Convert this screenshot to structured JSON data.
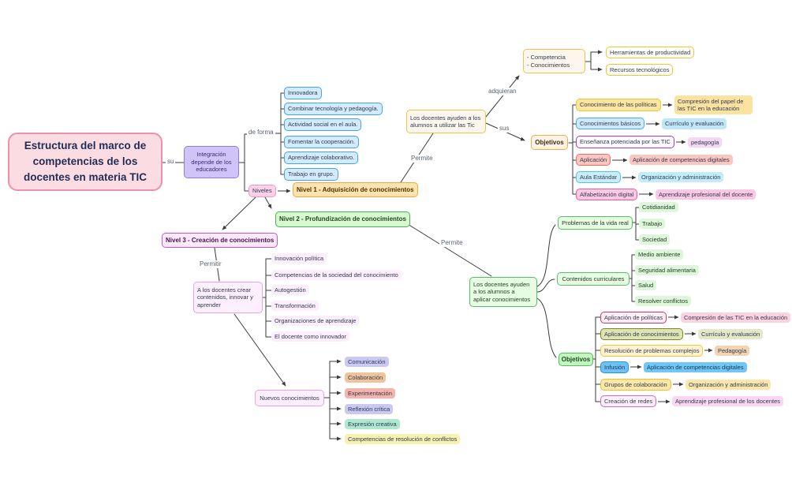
{
  "page_title": "Estructura del marco de competencias de los docentes en materia TIC",
  "nodes": [
    {
      "id": "root",
      "text": "Estructura del marco de competencias de los docentes en materia TIC",
      "style": "title"
    },
    {
      "id": "integracion",
      "text": "Integración depende de los educadores",
      "style": "purple"
    },
    {
      "id": "niveles",
      "text": "Niveles",
      "style": "pinksmall"
    },
    {
      "id": "forma1",
      "text": "Innovadora",
      "style": "blue"
    },
    {
      "id": "forma2",
      "text": "Combinar tecnología y pedagogía.",
      "style": "blue"
    },
    {
      "id": "forma3",
      "text": "Actividad social en el aula.",
      "style": "blue"
    },
    {
      "id": "forma4",
      "text": "Fomentar la cooperación.",
      "style": "blue"
    },
    {
      "id": "forma5",
      "text": "Aprendizaje colaborativo.",
      "style": "blue"
    },
    {
      "id": "forma6",
      "text": "Trabajo en grupo.",
      "style": "blue"
    },
    {
      "id": "nivel1",
      "text": "Nivel 1 - Adquisición de conocimientos",
      "style": "nivel1"
    },
    {
      "id": "nivel2",
      "text": "Nivel 2 - Profundización de conocimientos",
      "style": "nivel2"
    },
    {
      "id": "nivel3",
      "text": "Nivel 3 - Creación de conocimientos",
      "style": "nivel3"
    },
    {
      "id": "docentes_utilizar",
      "text": "Los docentes ayuden a los\nalumnos a utilizar las Tic",
      "style": "cream"
    },
    {
      "id": "competencia",
      "text": "- Competencia\n- Conocimientos",
      "style": "cream"
    },
    {
      "id": "herramientas",
      "text": "Herramientas de productividad",
      "style": "yellowoutline"
    },
    {
      "id": "recursos",
      "text": "Recursos tecnológicos",
      "style": "yellowoutline"
    },
    {
      "id": "objetivos_top",
      "text": "Objetivos",
      "style": "creambold"
    },
    {
      "id": "ot1",
      "text": "Conocimiento de las políticas",
      "style": "yellowchild"
    },
    {
      "id": "ot1leaf",
      "text": "Compresión del papel de\nlas TIC en la educación",
      "style": "p_yellow"
    },
    {
      "id": "ot2",
      "text": "Conocimientos básicos",
      "style": "bluechild"
    },
    {
      "id": "ot2leaf",
      "text": "Currículo y evaluación",
      "style": "p_blue"
    },
    {
      "id": "ot3",
      "text": "Enseñanza potenciada por las TIC",
      "style": "purplechild"
    },
    {
      "id": "ot3leaf",
      "text": "pedagogía",
      "style": "p_lilac"
    },
    {
      "id": "ot4",
      "text": "Aplicación",
      "style": "salmonchild"
    },
    {
      "id": "ot4leaf",
      "text": "Aplicación de competencias digitales",
      "style": "p_salmon"
    },
    {
      "id": "ot5",
      "text": "Aula Estándar",
      "style": "cyanchild"
    },
    {
      "id": "ot5leaf",
      "text": "Organización y administración",
      "style": "p_cyan"
    },
    {
      "id": "ot6",
      "text": "Alfabetización digital",
      "style": "pinkchild"
    },
    {
      "id": "ot6leaf",
      "text": "Aprendizaje profesional del docente",
      "style": "p_pink"
    },
    {
      "id": "crear",
      "text": "A los docentes crear\ncontenidos, innovar y\naprender",
      "style": "pinkbox"
    },
    {
      "id": "n3l1",
      "text": "Innovación política",
      "style": "p_lightpink"
    },
    {
      "id": "n3l2",
      "text": "Competencias de la sociedad del conocimiento",
      "style": "p_lightpink"
    },
    {
      "id": "n3l3",
      "text": "Autogestión",
      "style": "p_lightpink"
    },
    {
      "id": "n3l4",
      "text": "Transformación",
      "style": "p_lightpink"
    },
    {
      "id": "n3l5",
      "text": "Organizaciones de aprendizaje",
      "style": "p_lightpink"
    },
    {
      "id": "n3l6",
      "text": "El docente como innovador",
      "style": "p_lightpink"
    },
    {
      "id": "nuevos",
      "text": "Nuevos conocimientos",
      "style": "pinkbox"
    },
    {
      "id": "nc1",
      "text": "Comunicación",
      "style": "p_lav"
    },
    {
      "id": "nc2",
      "text": "Colaboración",
      "style": "p_tan"
    },
    {
      "id": "nc3",
      "text": "Experimentación",
      "style": "p_sal2"
    },
    {
      "id": "nc4",
      "text": "Reflexión crítica",
      "style": "p_lav"
    },
    {
      "id": "nc5",
      "text": "Expresión creativa",
      "style": "p_teal"
    },
    {
      "id": "nc6",
      "text": "Competencias de resolución de conflictos",
      "style": "p_paleyellow"
    },
    {
      "id": "aplicar",
      "text": "Los docentes ayuden\na los alumnos a\naplicar conocimientos",
      "style": "green"
    },
    {
      "id": "problemas",
      "text": "Problemas de la vida real",
      "style": "green"
    },
    {
      "id": "pv1",
      "text": "Cotidianidad",
      "style": "p_green"
    },
    {
      "id": "pv2",
      "text": "Trabajo",
      "style": "p_green"
    },
    {
      "id": "pv3",
      "text": "Sociedad",
      "style": "p_green"
    },
    {
      "id": "contenidos",
      "text": "Contenidos curriculares",
      "style": "green"
    },
    {
      "id": "cc1",
      "text": "Medio ambiente",
      "style": "p_green"
    },
    {
      "id": "cc2",
      "text": "Seguridad alimentaria",
      "style": "p_green"
    },
    {
      "id": "cc3",
      "text": "Salud",
      "style": "p_green"
    },
    {
      "id": "cc4",
      "text": "Resolver conflictos",
      "style": "p_green"
    },
    {
      "id": "objetivos_bottom",
      "text": "Objetivos",
      "style": "greenbold"
    },
    {
      "id": "ob1",
      "text": "Aplicación de políticas",
      "style": "crimsonchild"
    },
    {
      "id": "ob1leaf",
      "text": "Compresión de las TIC en la educación",
      "style": "p_rose"
    },
    {
      "id": "ob2",
      "text": "Aplicación de conocimientos",
      "style": "olivechild"
    },
    {
      "id": "ob2leaf",
      "text": "Currículo y evaluación",
      "style": "p_olive"
    },
    {
      "id": "ob3",
      "text": "Resolución de problemas complejos",
      "style": "yellowpale"
    },
    {
      "id": "ob3leaf",
      "text": "Pedagogía",
      "style": "p_tan2"
    },
    {
      "id": "ob4",
      "text": "Infusión",
      "style": "bluesolid"
    },
    {
      "id": "ob4leaf",
      "text": "Aplicación de competencias digitales",
      "style": "p_bluesolid"
    },
    {
      "id": "ob5",
      "text": "Grupos de colaboración",
      "style": "yellowchild2"
    },
    {
      "id": "ob5leaf",
      "text": "Organización y administración",
      "style": "p_yellow2"
    },
    {
      "id": "ob6",
      "text": "Creación de redes",
      "style": "magentachild"
    },
    {
      "id": "ob6leaf",
      "text": "Aprendizaje profesional de los docentes",
      "style": "p_pink2"
    }
  ],
  "edge_labels": [
    {
      "id": "su",
      "text": "su"
    },
    {
      "id": "deforma",
      "text": "de forma"
    },
    {
      "id": "adquieran",
      "text": "adquieran"
    },
    {
      "id": "sus",
      "text": "sus"
    },
    {
      "id": "permite1",
      "text": "Permite"
    },
    {
      "id": "permite2",
      "text": "Permite"
    },
    {
      "id": "permitir",
      "text": "Permitir"
    }
  ],
  "palette": {
    "title": {
      "bg": "#fbdce2",
      "border": "#ee8fae",
      "text": "#1f2d55"
    },
    "purple": {
      "bg": "#cfc3f8",
      "border": "#9478ee",
      "text": "#3a2d73"
    },
    "pinksmall": {
      "bg": "#fbd2e8",
      "border": "#f095c9"
    },
    "blue": {
      "bg": "#d4eafd",
      "border": "#42a3f5"
    },
    "nivel1": {
      "bg": "#fde3ad",
      "border": "#f0a93c",
      "text": "#4a3505"
    },
    "nivel2": {
      "bg": "#d9f8d2",
      "border": "#40b64c",
      "text": "#1b4a22"
    },
    "nivel3": {
      "bg": "#fceafc",
      "border": "#cf52c6",
      "text": "#4a1348"
    },
    "cream": {
      "bg": "#fdf6ec",
      "border": "#f2c24c"
    },
    "creambold": {
      "bg": "#fdf2e4",
      "border": "#f0ad4a",
      "text": "#3b3012"
    },
    "yellowoutline": {
      "bg": "#fffef7",
      "border": "#f5c33b"
    },
    "yellowchild": {
      "bg": "#fce59e",
      "border": "#ecc23e"
    },
    "p_yellow": {
      "bg": "#fbe29e"
    },
    "bluechild": {
      "bg": "#cdeafc",
      "border": "#47a9f1"
    },
    "p_blue": {
      "bg": "#bfe7f9"
    },
    "purplechild": {
      "bg": "#fdfafd",
      "border": "#a83cc8"
    },
    "p_lilac": {
      "bg": "#f3d7f3"
    },
    "salmonchild": {
      "bg": "#fbc6bf",
      "border": "#ee6f60"
    },
    "p_salmon": {
      "bg": "#f9c6c0"
    },
    "cyanchild": {
      "bg": "#c9edfb",
      "border": "#4fc4e9"
    },
    "p_cyan": {
      "bg": "#c3ecfa"
    },
    "pinkchild": {
      "bg": "#fbc9e2",
      "border": "#ec5a9f"
    },
    "p_pink": {
      "bg": "#fbc8e4"
    },
    "pinkbox": {
      "bg": "#fdeffd",
      "border": "#eba2e2"
    },
    "p_lightpink": {
      "bg": "#fdeefc"
    },
    "p_lav": {
      "bg": "#c9c9f1"
    },
    "p_tan": {
      "bg": "#efc49c"
    },
    "p_sal2": {
      "bg": "#f6b3ab"
    },
    "p_teal": {
      "bg": "#afe8d0"
    },
    "p_paleyellow": {
      "bg": "#f7f2b0"
    },
    "green": {
      "bg": "#e8fbe3",
      "border": "#52c45f",
      "text": "#1d3b1f"
    },
    "greenbold": {
      "bg": "#c4f5bf",
      "border": "#4cc25a",
      "text": "#1b4a22"
    },
    "p_green": {
      "bg": "#def7da",
      "text": "#1d3b1f"
    },
    "crimsonchild": {
      "bg": "#fceef3",
      "border": "#d6336c"
    },
    "p_rose": {
      "bg": "#fbd3de"
    },
    "olivechild": {
      "bg": "#e0e3b2",
      "border": "#7d8822"
    },
    "p_olive": {
      "bg": "#e4e8c6"
    },
    "yellowpale": {
      "bg": "#fff3cf",
      "border": "#f6c23d"
    },
    "p_tan2": {
      "bg": "#f2d4b2"
    },
    "bluesolid": {
      "bg": "#6fc2f3",
      "border": "#2196d8",
      "text": "#103a5c"
    },
    "p_bluesolid": {
      "bg": "#72c6f5",
      "text": "#103a5c"
    },
    "yellowchild2": {
      "bg": "#fce8a6",
      "border": "#f0c030"
    },
    "p_yellow2": {
      "bg": "#fbe7ab"
    },
    "magentachild": {
      "bg": "#fdf0fa",
      "border": "#d56ac2"
    },
    "p_pink2": {
      "bg": "#fbd6f0"
    },
    "edge_color": "#3a3a3a"
  }
}
